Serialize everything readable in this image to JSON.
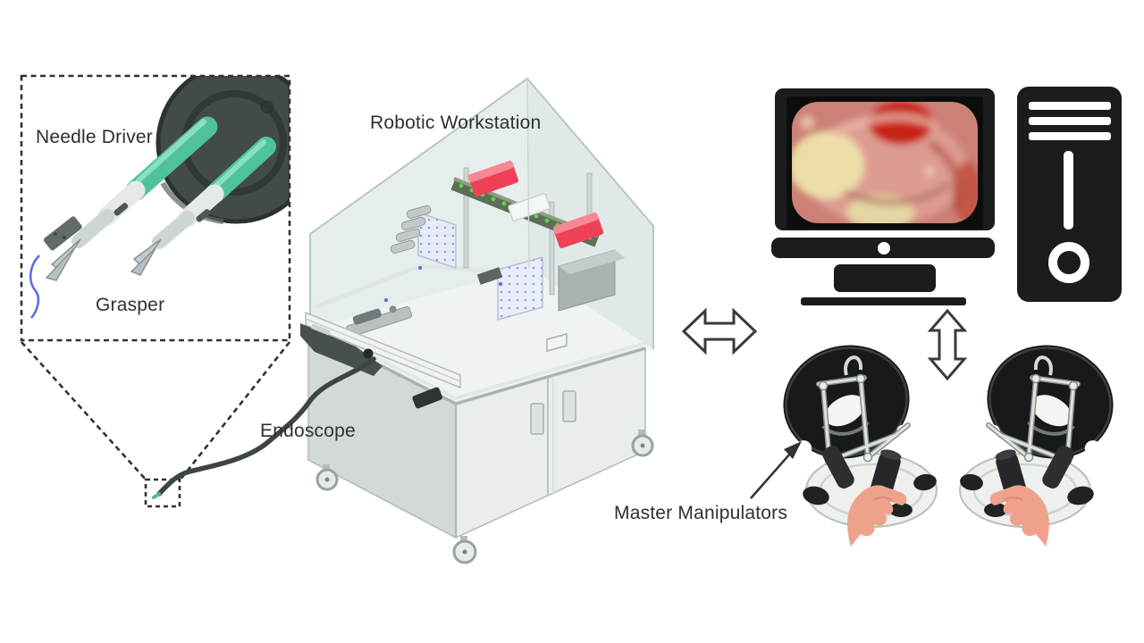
{
  "figure": {
    "background": "#ffffff",
    "labels": {
      "needle_driver": "Needle Driver",
      "grasper": "Grasper",
      "robotic_workstation": "Robotic Workstation",
      "endoscope": "Endoscope",
      "master_manipulators": "Master Manipulators"
    },
    "colors": {
      "label_text": "#2d3032",
      "device_black": "#1b1d1d",
      "instrument_teal": "#4fc29a",
      "instrument_teal_highlight": "#90e4c2",
      "motor_block_red": "#ee4156",
      "rail_green_led": "#64cd57",
      "hand_skin": "#eea28c",
      "cabinet_gray": "#e9edec",
      "hood_tint": "#e3ecea",
      "callout_stroke": "#2f3335"
    },
    "icons": {
      "monitor": "monitor-icon",
      "computer_tower": "computer-tower-icon",
      "horizontal_double_arrow": "horizontal-double-arrow-icon",
      "vertical_double_arrow": "vertical-double-arrow-icon",
      "label_pointer_arrow": "pointer-arrow-icon"
    }
  }
}
